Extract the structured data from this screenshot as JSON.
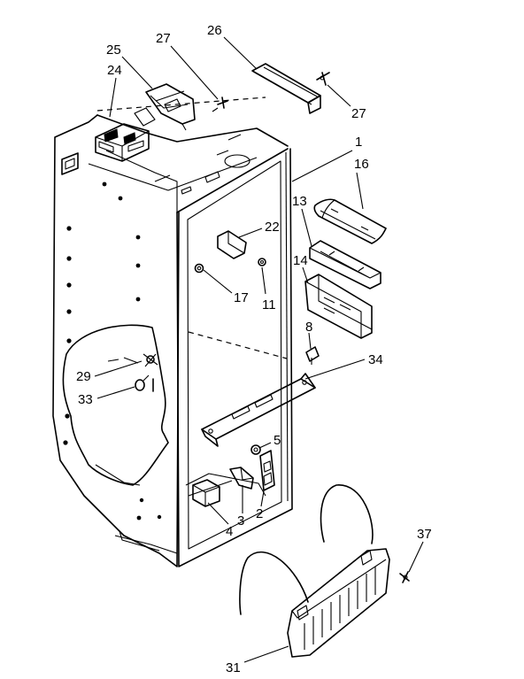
{
  "callouts": {
    "c1": "1",
    "c2": "2",
    "c3": "3",
    "c4": "4",
    "c5": "5",
    "c8": "8",
    "c11": "11",
    "c13": "13",
    "c14": "14",
    "c16": "16",
    "c17": "17",
    "c22": "22",
    "c24": "24",
    "c25": "25",
    "c26": "26",
    "c27a": "27",
    "c27b": "27",
    "c29": "29",
    "c31": "31",
    "c33": "33",
    "c34": "34",
    "c37": "37"
  }
}
